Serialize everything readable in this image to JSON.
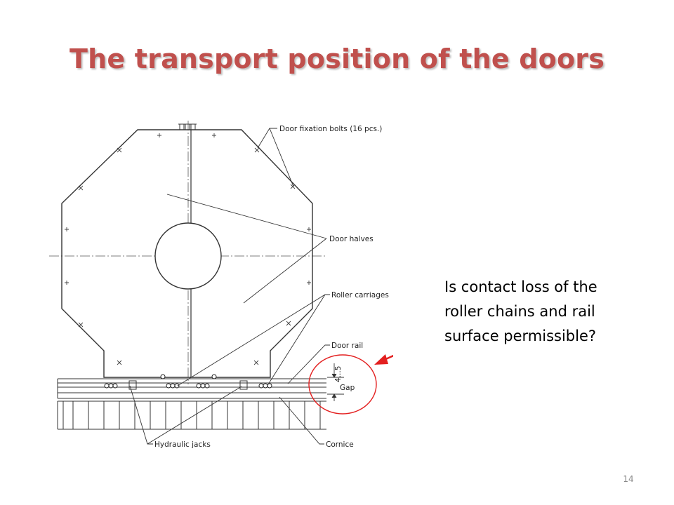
{
  "slide": {
    "title": "The transport position of the doors",
    "question_lines": [
      "Is contact loss of the",
      "roller chains and rail",
      "surface permissible?"
    ],
    "page_number": "14"
  },
  "diagram": {
    "labels": {
      "door_fixation_bolts": "Door fixation bolts (16 pcs.)",
      "door_halves": "Door halves",
      "roller_carriages": "Roller carriages",
      "door_rail": "Door rail",
      "gap_dimension": "4...5",
      "gap": "Gap",
      "hydraulic_jacks": "Hydraulic jacks",
      "cornice": "Cornice"
    },
    "colors": {
      "line": "#333333",
      "highlight": "#e32020"
    }
  }
}
